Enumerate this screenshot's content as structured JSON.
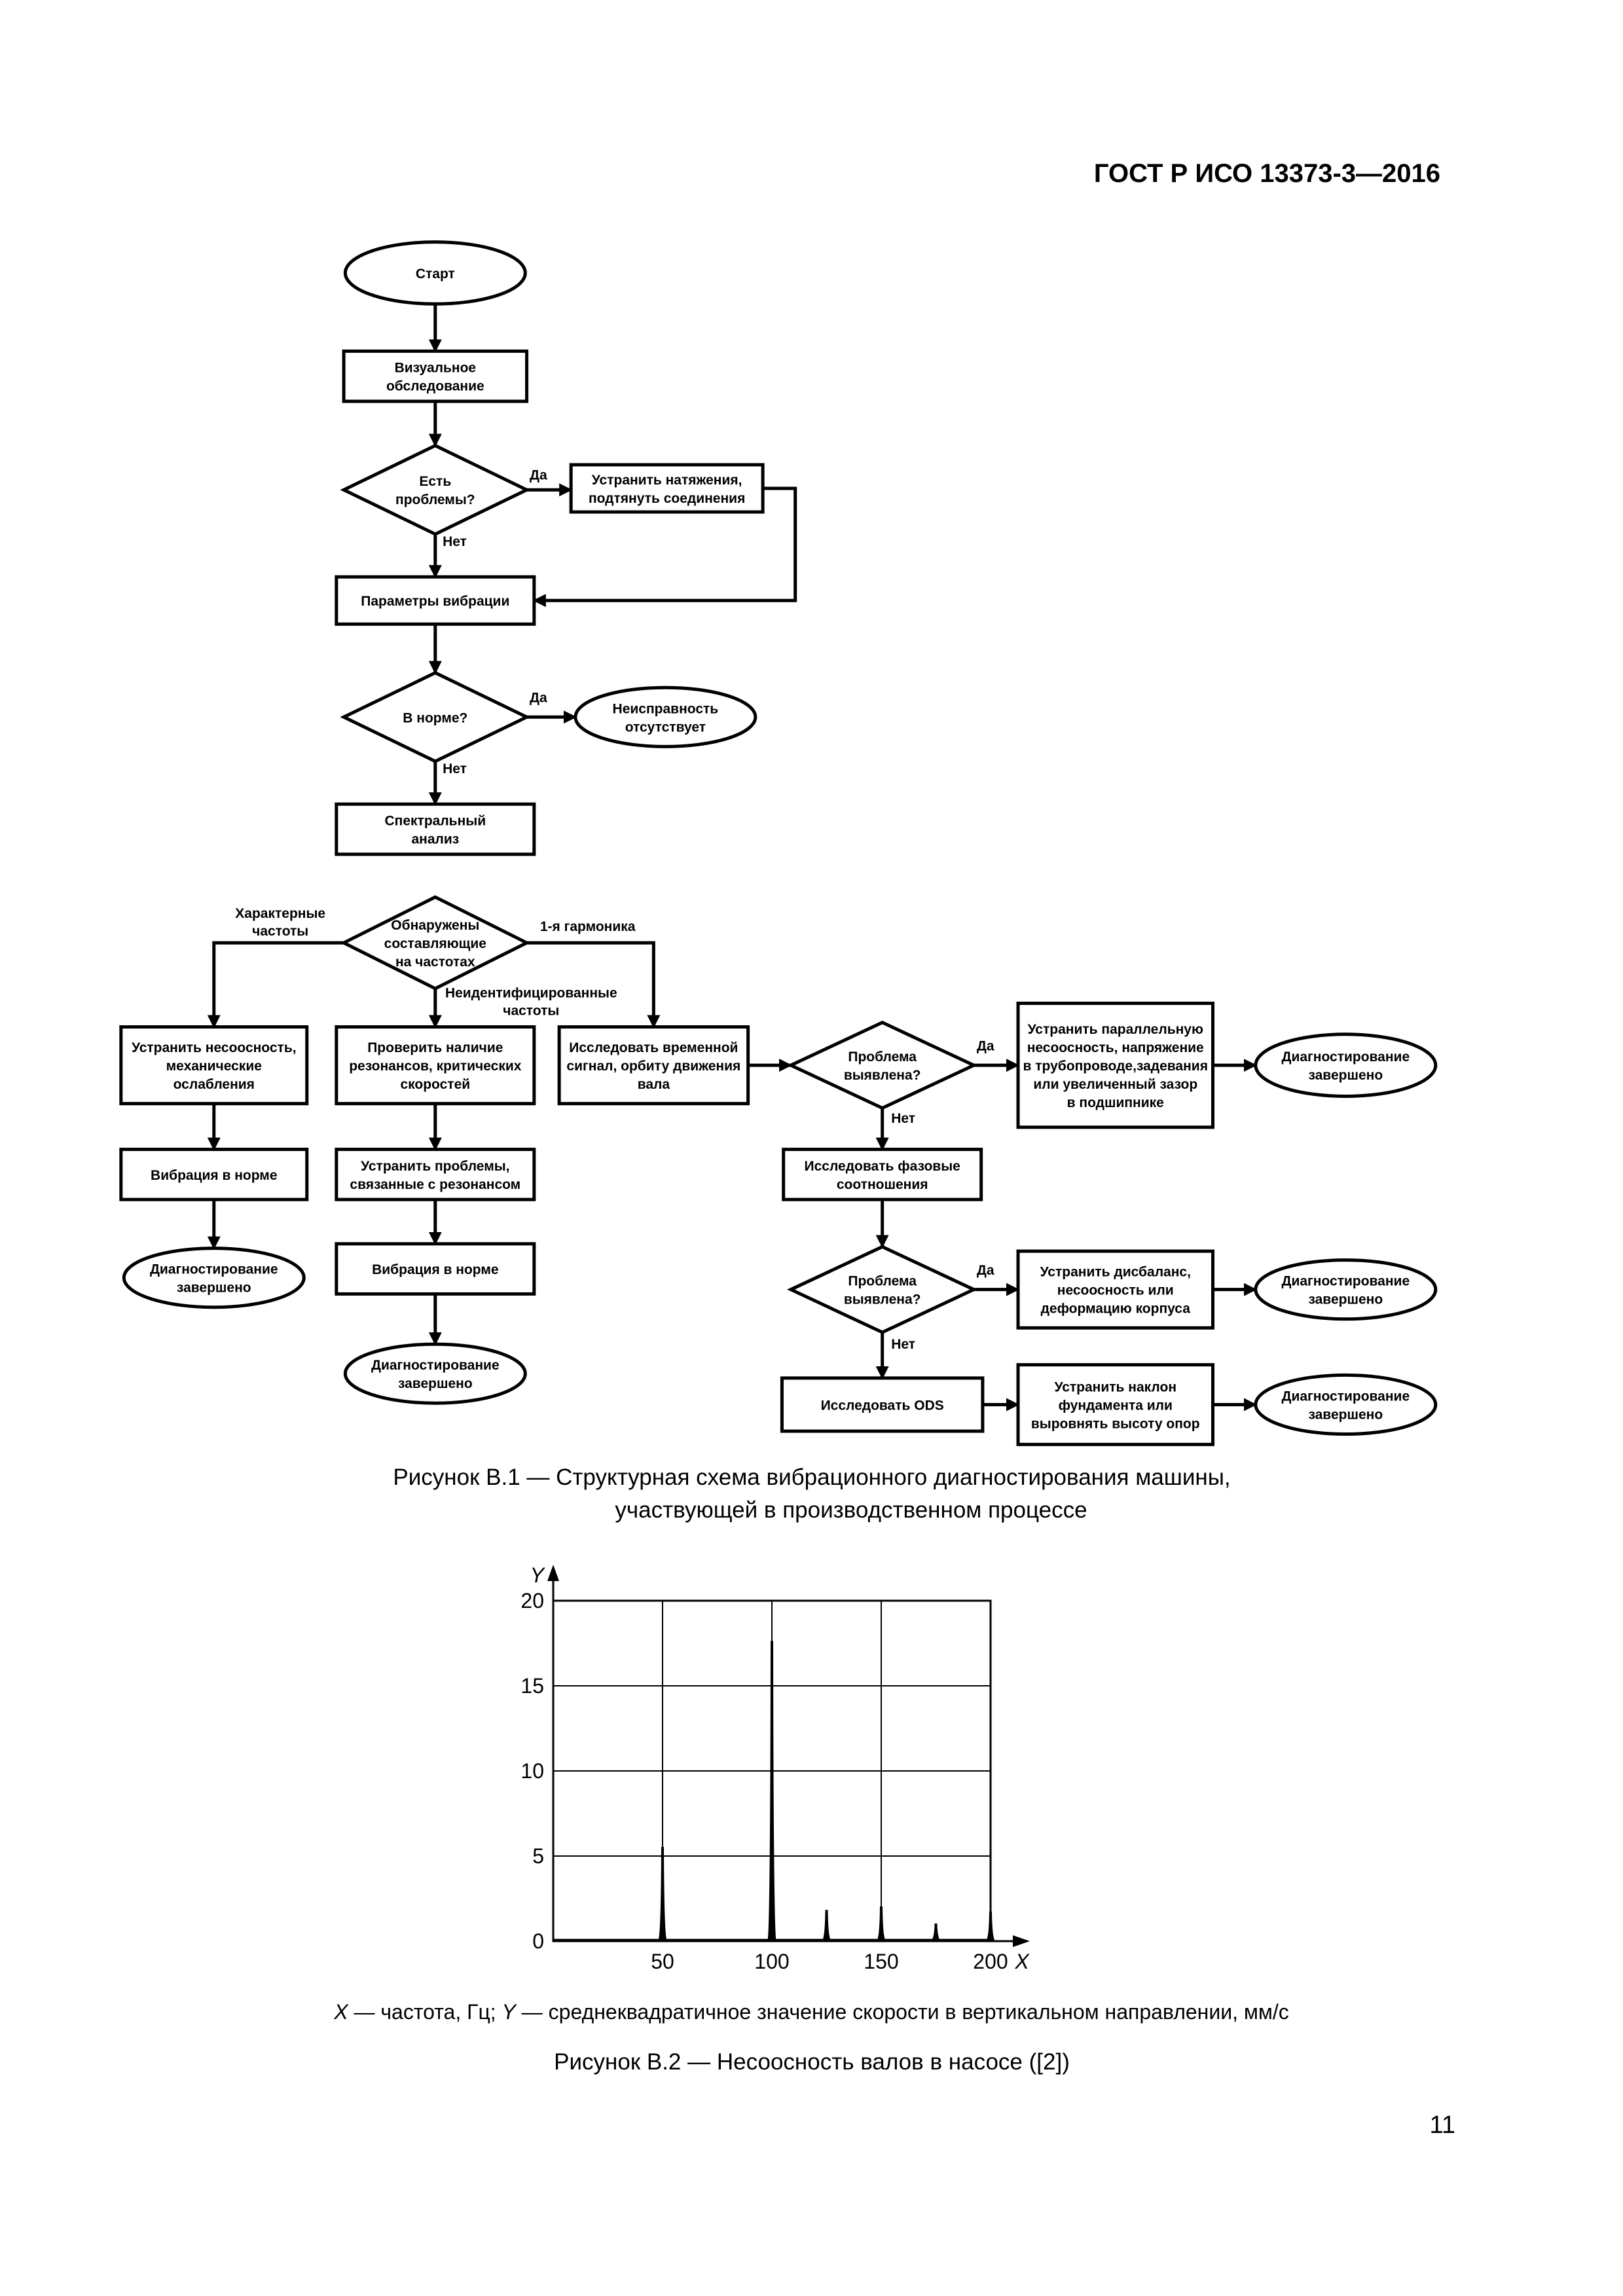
{
  "header": "ГОСТ Р ИСО 13373-3—2016",
  "flowchart": {
    "nodes": {
      "start": [
        "Старт"
      ],
      "visual": [
        "Визуальное",
        "обследование"
      ],
      "problems": [
        "Есть",
        "проблемы?"
      ],
      "fix_tension": [
        "Устранить натяжения,",
        "подтянуть соединения"
      ],
      "vib_params": [
        "Параметры вибрации"
      ],
      "normal": [
        "В норме?"
      ],
      "no_fault": [
        "Неисправность",
        "отсутствует"
      ],
      "spectral": [
        "Спектральный",
        "анализ"
      ],
      "components": [
        "Обнаружены",
        "составляющие",
        "на частотах"
      ],
      "fix_misalign": [
        "Устранить несоосность,",
        "механические",
        "ослабления"
      ],
      "check_res": [
        "Проверить наличие",
        "резонансов, критических",
        "скоростей"
      ],
      "time_signal": [
        "Исследовать временной",
        "сигнал, орбиту движения",
        "вала"
      ],
      "problem1": [
        "Проблема",
        "выявлена?"
      ],
      "fix_parallel": [
        "Устранить параллельную",
        "несоосность, напряжение",
        "в трубопроводе,задевания",
        "или увеличенный зазор",
        "в подшипнике"
      ],
      "done1": [
        "Диагностирование",
        "завершено"
      ],
      "vib_norm1": [
        "Вибрация в норме"
      ],
      "fix_res": [
        "Устранить проблемы,",
        "связанные с резонансом"
      ],
      "phase": [
        "Исследовать фазовые",
        "соотношения"
      ],
      "done_left": [
        "Диагностирование",
        "завершено"
      ],
      "vib_norm2": [
        "Вибрация в норме"
      ],
      "problem2": [
        "Проблема",
        "выявлена?"
      ],
      "fix_unbalance": [
        "Устранить дисбаланс,",
        "несоосность или",
        "деформацию корпуса"
      ],
      "done2": [
        "Диагностирование",
        "завершено"
      ],
      "done_mid": [
        "Диагностирование",
        "завершено"
      ],
      "ods": [
        "Исследовать ODS"
      ],
      "fix_tilt": [
        "Устранить наклон",
        "фундамента или",
        "выровнять высоту опор"
      ],
      "done3": [
        "Диагностирование",
        "завершено"
      ]
    },
    "edge_labels": {
      "yes1": "Да",
      "no1": "Нет",
      "yes2": "Да",
      "no2": "Нет",
      "char_freq": [
        "Характерные",
        "частоты"
      ],
      "harmonic1": "1-я гармоника",
      "unidentified": [
        "Неидентифицированные",
        "частоты"
      ],
      "yes3": "Да",
      "no3": "Нет",
      "yes4": "Да",
      "no4": "Нет"
    }
  },
  "figure1_caption": [
    "Рисунок В.1 — Структурная схема вибрационного диагностирования машины,",
    "участвующей в производственном процессе"
  ],
  "chart_data": {
    "type": "line",
    "x_axis_label": "X",
    "y_axis_label": "Y",
    "xlim": [
      0,
      200
    ],
    "ylim": [
      0,
      20
    ],
    "x_ticks": [
      50,
      100,
      150,
      200
    ],
    "y_ticks": [
      0,
      5,
      10,
      15,
      20
    ],
    "grid": true,
    "peaks": [
      {
        "x": 50,
        "y": 5.5
      },
      {
        "x": 100,
        "y": 17.6
      },
      {
        "x": 125,
        "y": 1.8
      },
      {
        "x": 150,
        "y": 2.0
      },
      {
        "x": 175,
        "y": 1.0
      },
      {
        "x": 200,
        "y": 1.7
      }
    ]
  },
  "legend": {
    "x_sym": "X",
    "x_text": " — частота, Гц; ",
    "y_sym": "Y",
    "y_text": " — среднеквадратичное значение скорости в вертикальном направлении, мм/с"
  },
  "figure2_caption": "Рисунок В.2 — Несоосность валов в насосе ([2])",
  "page_number": "11"
}
